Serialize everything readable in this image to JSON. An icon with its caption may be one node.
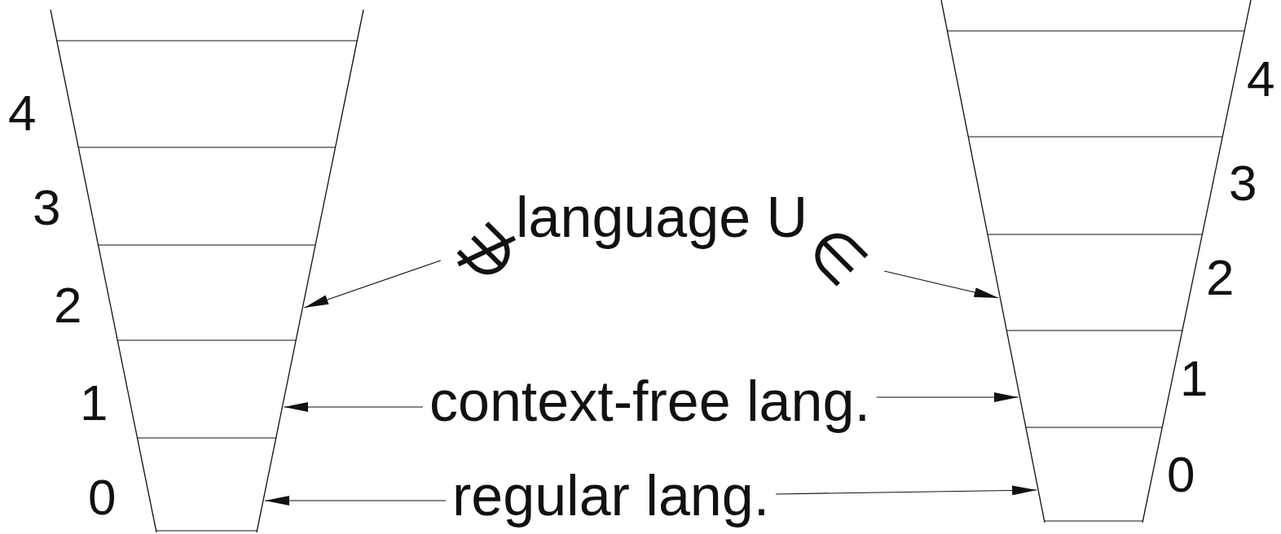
{
  "diagram": {
    "nodes": [
      {
        "text": [],
        "shape": "trapezoid"
      },
      {
        "text": [],
        "shape": "trapezoid"
      },
      {
        "text": [
          "∉"
        ]
      },
      {
        "text": [
          "language U"
        ]
      },
      {
        "text": [
          "∈"
        ]
      },
      {
        "text": [
          "context-free lang."
        ]
      },
      {
        "text": [
          "regular lang."
        ]
      }
    ],
    "edges": [
      {
        "from": 2,
        "to": 0,
        "arrow": "to"
      },
      {
        "from": 4,
        "to": 1,
        "arrow": "to"
      },
      {
        "from": 5,
        "to": 0,
        "arrow": "to"
      },
      {
        "from": 5,
        "to": 1,
        "arrow": "to"
      },
      {
        "from": 6,
        "to": 0,
        "arrow": "to"
      },
      {
        "from": 6,
        "to": 1,
        "arrow": "to"
      }
    ],
    "labels": [
      "4",
      "3",
      "2",
      "1",
      "0",
      "4",
      "3",
      "2",
      "1",
      "0"
    ]
  }
}
